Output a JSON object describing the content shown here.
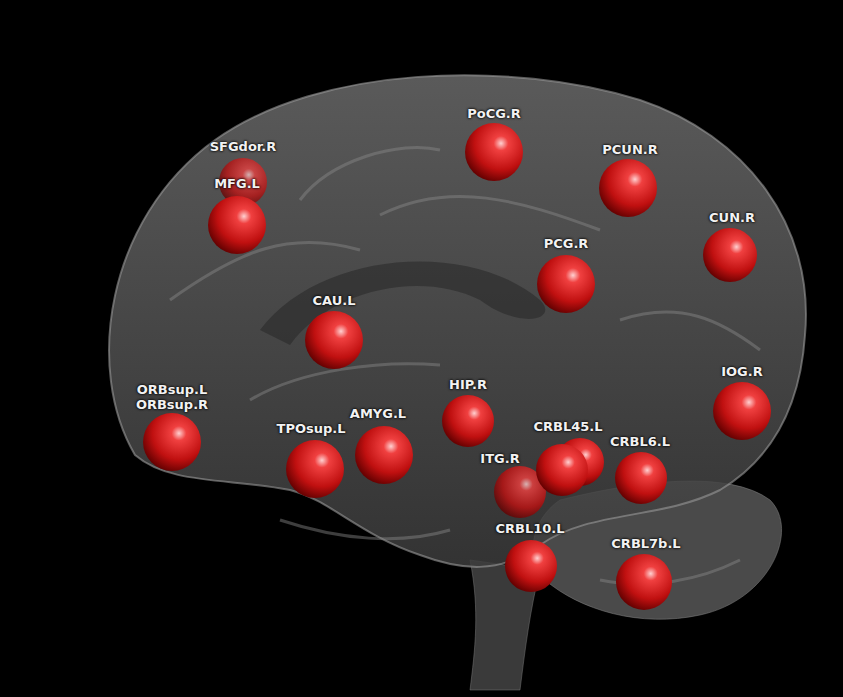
{
  "diagram": {
    "labels": [
      "SFGdor.R",
      "MFG.L",
      "PoCG.R",
      "PCUN.R",
      "CUN.R",
      "PCG.R",
      "CAU.L",
      "IOG.R",
      "ORBsup.L",
      "ORBsup.R",
      "HIP.R",
      "AMYG.L",
      "TPOsup.L",
      "CRBL45.L",
      "ITG.R",
      "CRBL6.L",
      "CRBL10.L",
      "CRBL7b.L"
    ]
  }
}
